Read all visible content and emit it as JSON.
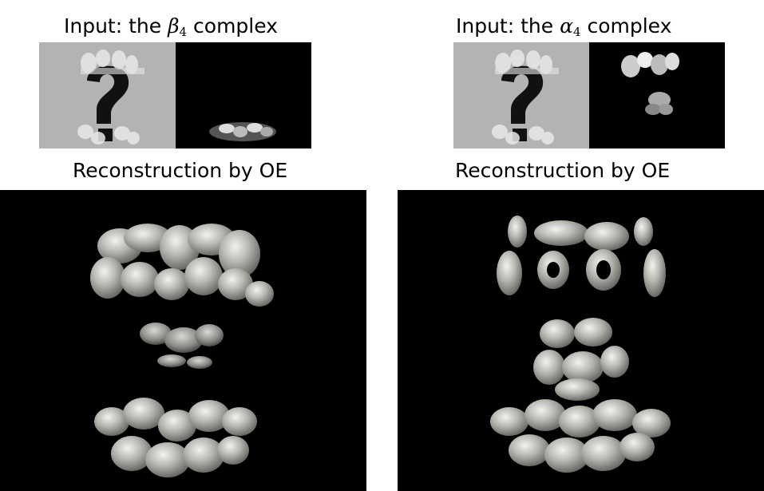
{
  "left": {
    "input_prefix": "Input: the ",
    "symbol": "β",
    "subscript": "4",
    "input_suffix": " complex",
    "reconstruction_label": "Reconstruction by OE"
  },
  "right": {
    "input_prefix": "Input: the ",
    "symbol": "α",
    "subscript": "4",
    "input_suffix": " complex",
    "reconstruction_label": "Reconstruction by OE"
  },
  "colors": {
    "gray_background": "#b3b3b3",
    "black_background": "#000000",
    "density_surface": "#c8c8c4"
  }
}
